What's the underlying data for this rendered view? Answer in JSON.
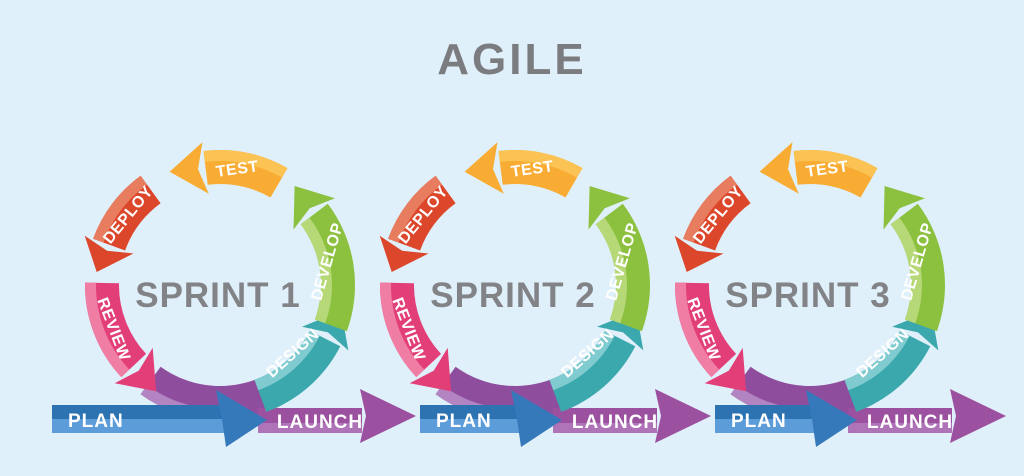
{
  "title": "AGILE",
  "background": "#e0f0fa",
  "text_colors": {
    "title": "#7b7c7f",
    "sprint_label": "#828387",
    "arrow_label": "#ffffff"
  },
  "labels": {
    "plan": "PLAN",
    "design": "DESIGN",
    "develop": "DEVELOP",
    "test": "TEST",
    "deploy": "DEPLOY",
    "review": "REVIEW",
    "launch": "LAUNCH"
  },
  "sprints": [
    {
      "label": "SPRINT 1"
    },
    {
      "label": "SPRINT 2"
    },
    {
      "label": "SPRINT 3"
    }
  ],
  "cycle_order": [
    "PLAN",
    "DESIGN",
    "DEVELOP",
    "TEST",
    "DEPLOY",
    "REVIEW",
    "LAUNCH"
  ],
  "colors": {
    "test": {
      "main": "#f8ac33",
      "light": "#fbc354"
    },
    "deploy": {
      "main": "#dc472b",
      "light": "#e87c5f"
    },
    "review": {
      "main": "#e23e78",
      "light": "#f07da4"
    },
    "bottom_arc": {
      "main": "#8f4e9d",
      "light": "#b284c1"
    },
    "design": {
      "main": "#3ba8ad",
      "light": "#80cbcf"
    },
    "develop": {
      "main": "#8cc13f",
      "light": "#b6d877"
    },
    "plan": {
      "dark": "#2d72b1",
      "light": "#5c9cd9",
      "head": "#3579ba"
    },
    "launch": {
      "dark": "#9c50a0",
      "light": "#af74b8",
      "head": "#9c50a0"
    }
  }
}
